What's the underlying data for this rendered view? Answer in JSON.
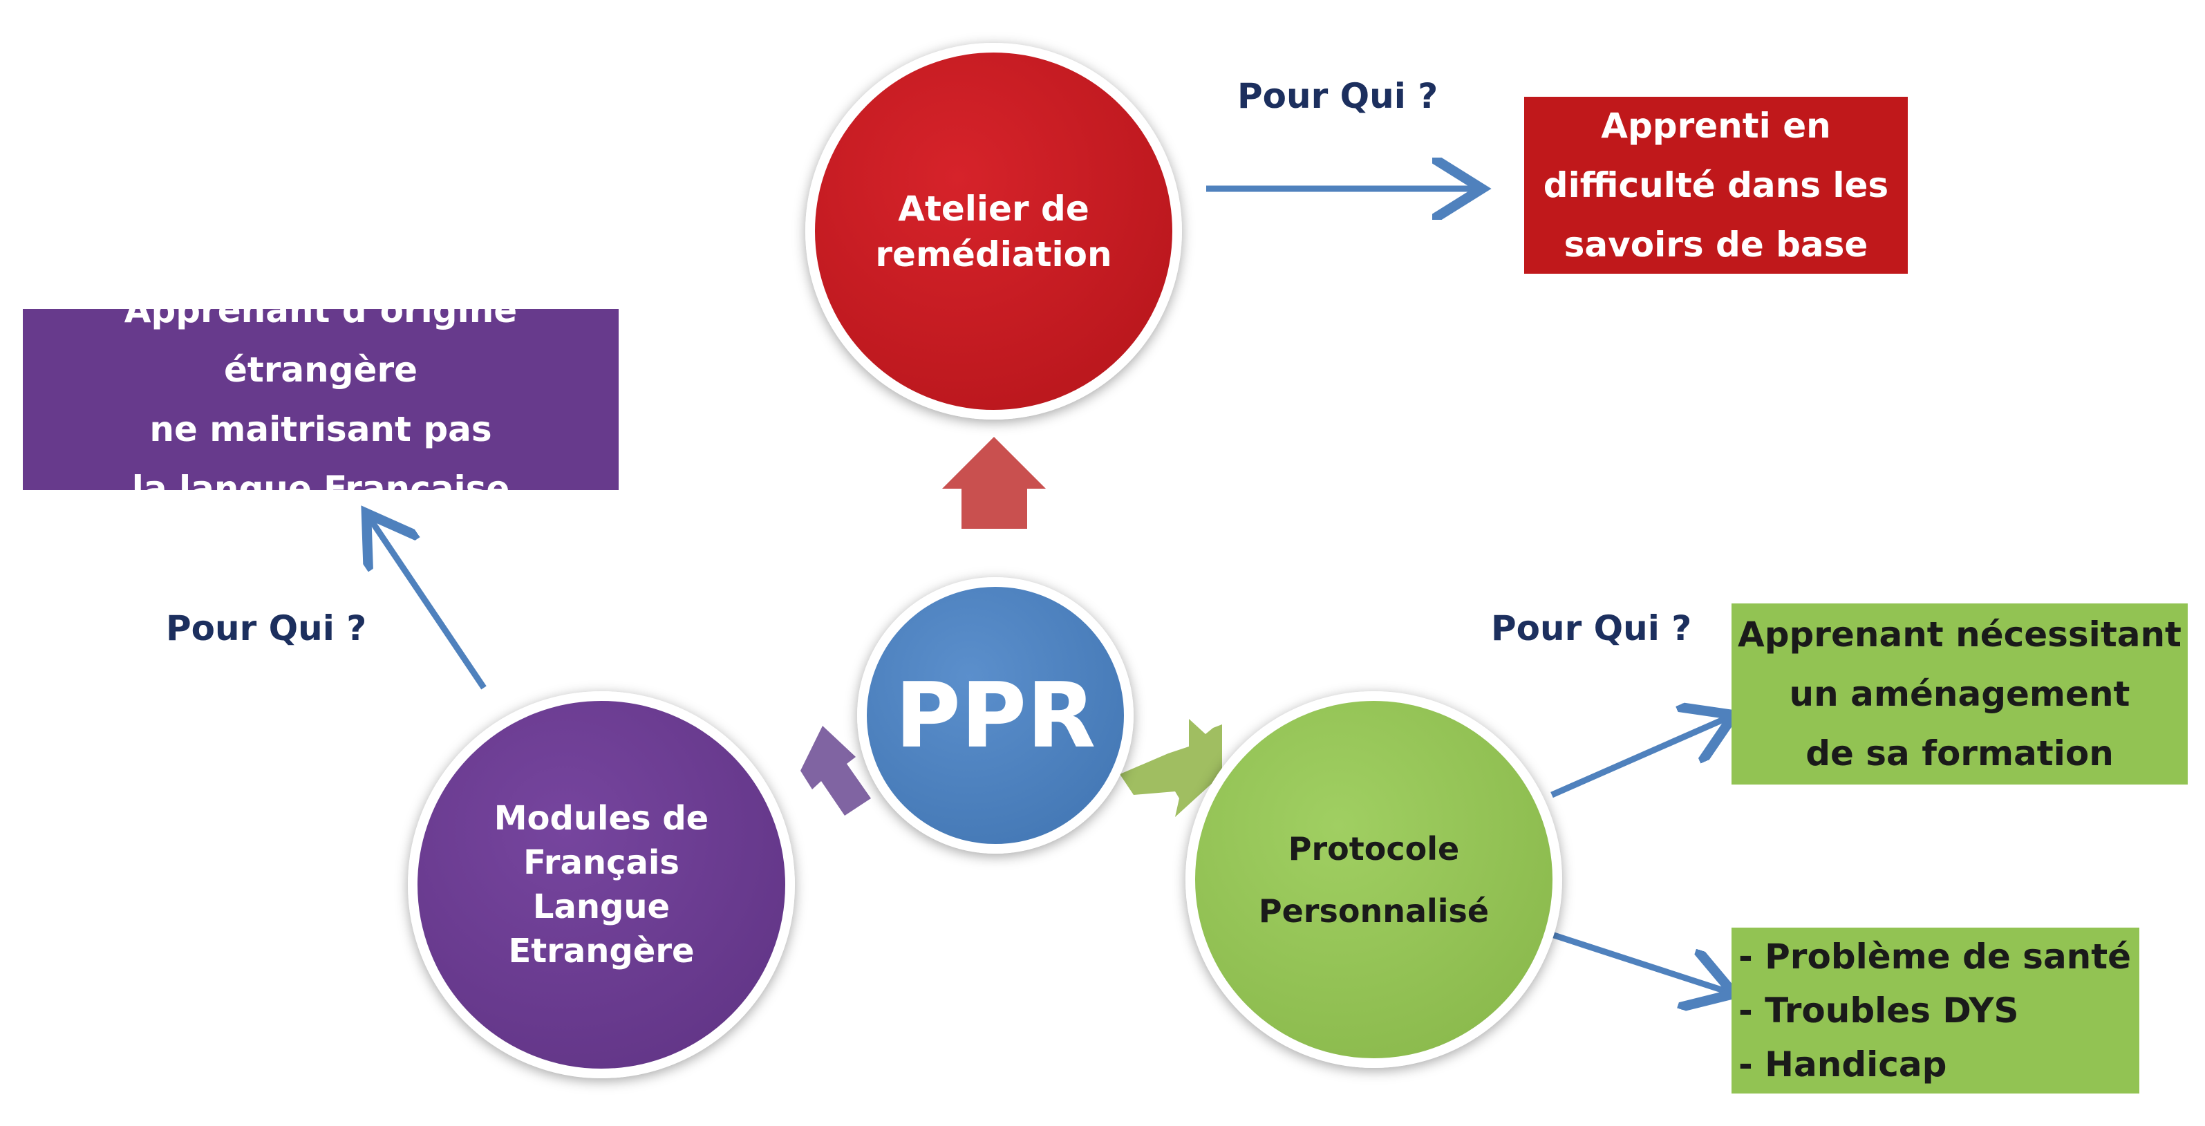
{
  "center": {
    "label": "PPR",
    "color": "#4f81bd"
  },
  "nodes": {
    "remediation": {
      "lines": [
        "Atelier de",
        "remédiation"
      ],
      "color": "#c0181b"
    },
    "fle": {
      "lines": [
        "Modules de",
        "Français",
        "Langue",
        "Etrangère"
      ],
      "color": "#673a8c"
    },
    "protocol": {
      "lines": [
        "Protocole",
        "Personnalisé"
      ],
      "color": "#92c353"
    }
  },
  "questions": {
    "remediation": "Pour Qui ?",
    "fle": "Pour Qui ?",
    "protocol": "Pour Qui ?"
  },
  "targets": {
    "remediation": {
      "lines": [
        "Apprenti en",
        "difficulté dans les",
        "savoirs de base"
      ],
      "color": "#c0181b"
    },
    "fle": {
      "lines": [
        "Apprenant d’origine étrangère",
        "ne maitrisant pas",
        "la langue Française"
      ],
      "color": "#673a8c"
    },
    "protocol_top": {
      "lines": [
        "Apprenant nécessitant",
        "un aménagement",
        "de sa formation"
      ],
      "color": "#92c353"
    },
    "protocol_bottom": {
      "lines": [
        "- Problème de santé",
        "- Troubles DYS",
        "- Handicap"
      ],
      "color": "#92c353"
    }
  },
  "colors": {
    "arrow_blue": "#4f81bd",
    "question_text": "#1c2f5e",
    "arrow_red": "#c9504f",
    "arrow_purple": "#8064a2",
    "arrow_green": "#9bbb59"
  }
}
